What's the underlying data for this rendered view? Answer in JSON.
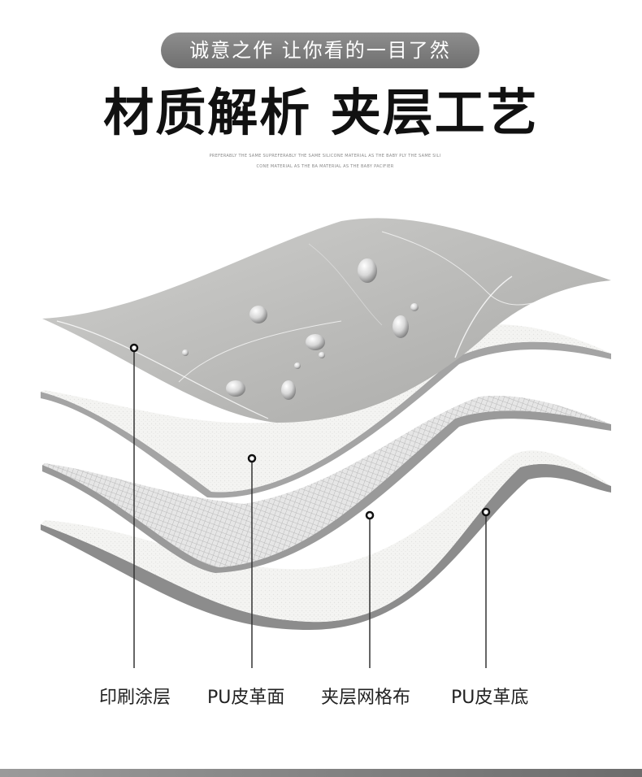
{
  "banner": {
    "text": "诚意之作 让你看的一目了然"
  },
  "title": "材质解析 夹层工艺",
  "subtitle": {
    "line1": "PREFERABLY THE SAME SUPREFERABLY THE SAME SILICONE MATERIAL AS THE BABY PLY THE SAME SILI",
    "line2": "CONE MATERIAL AS THE BA MATERIAL AS THE BABY PACIFIER"
  },
  "layers": [
    {
      "label": "印刷涂层"
    },
    {
      "label": "PU皮革面"
    },
    {
      "label": "夹层网格布"
    },
    {
      "label": "PU皮革底"
    }
  ],
  "colors": {
    "marble": "#bdbdbb",
    "leather": "#f3f3f1",
    "mesh": "#dcdcdc",
    "leader_line": "#333333",
    "bottom_bar": "#7a7a7a"
  }
}
